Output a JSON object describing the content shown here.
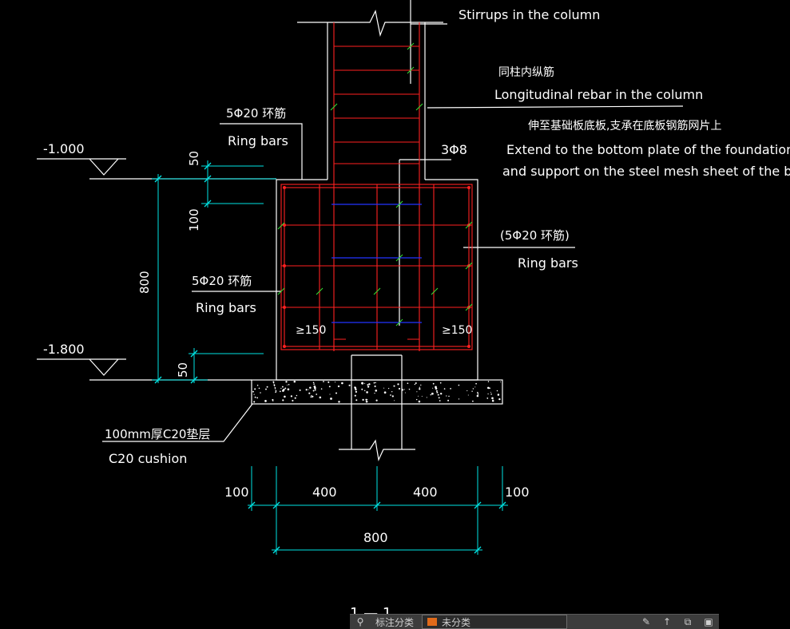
{
  "labels": {
    "stirrups": "Stirrups in the column",
    "long_cn": "同柱内纵筋",
    "long_en": "Longitudinal rebar in the column",
    "extend_cn": "伸至基础板底板,支承在底板钢筋网片上",
    "extend_en1": "Extend to the bottom plate of the foundation plate",
    "extend_en2": "and support on the steel mesh sheet of the base plate",
    "ring_top_cn": "5Φ20 环筋",
    "ring_top_en": "Ring bars",
    "three_phi": "3Φ8",
    "ring_right_cn": "(5Φ20 环筋)",
    "ring_right_en": "Ring bars",
    "ring_mid_cn": "5Φ20 环筋",
    "ring_mid_en": "Ring bars",
    "cushion_cn": "100mm厚C20垫层",
    "cushion_en": "C20 cushion",
    "ge150_left": "≥150",
    "ge150_right": "≥150",
    "section": "1 — 1"
  },
  "elevations": {
    "top": "-1.000",
    "bottom": "-1.800"
  },
  "dims": {
    "v50_top": "50",
    "v100": "100",
    "v800": "800",
    "v50_bot": "50",
    "h100_left": "100",
    "h400_left": "400",
    "h400_right": "400",
    "h100_right": "100",
    "h800": "800"
  },
  "toolbar": {
    "annotate_label": "标注分类",
    "layer_value": "未分类"
  },
  "colors": {
    "rebar": "#ff2020",
    "dim": "#00e5e5",
    "inner": "#2233ff",
    "outline": "#ffffff",
    "node": "#33dd33"
  }
}
